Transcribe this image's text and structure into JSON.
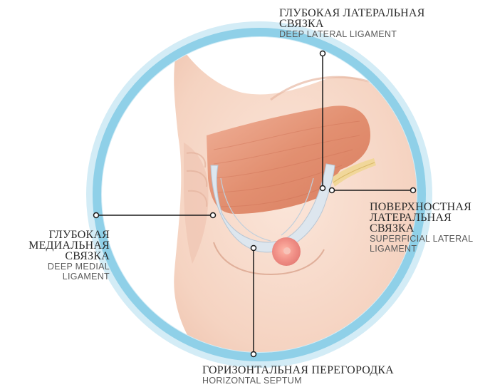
{
  "labels": {
    "deep_lateral": {
      "ru_line1": "ГЛУБОКАЯ ЛАТЕРАЛЬНАЯ",
      "ru_line2": "СВЯЗКА",
      "en": "DEEP LATERAL LIGAMENT"
    },
    "superficial_lateral": {
      "ru_line1": "ПОВЕРХНОСТНАЯ",
      "ru_line2": "ЛАТЕРАЛЬНАЯ",
      "ru_line3": "СВЯЗКА",
      "en_line1": "SUPERFICIAL LATERAL",
      "en_line2": "LIGAMENT"
    },
    "deep_medial": {
      "ru_line1": "ГЛУБОКАЯ",
      "ru_line2": "МЕДИАЛЬНАЯ",
      "ru_line3": "СВЯЗКА",
      "en_line1": "DEEP MEDIAL",
      "en_line2": "LIGAMENT"
    },
    "horizontal_septum": {
      "ru": "ГОРИЗОНТАЛЬНАЯ ПЕРЕГОРОДКА",
      "en": "HORIZONTAL SEPTUM"
    }
  },
  "colors": {
    "ring": "#8fd0e8",
    "ring_light": "#cfeaf5",
    "skin": "#f7d8c8",
    "muscle": "#e79a7c",
    "ligament": "#dfe8f0",
    "areola": "#f08f86",
    "leader": "#1a1a1a"
  }
}
